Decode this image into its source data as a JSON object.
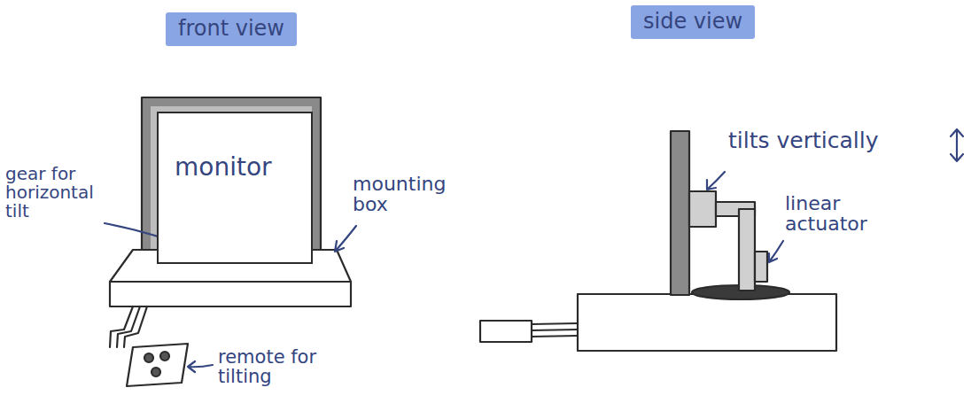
{
  "diagram": {
    "nodes": [
      {
        "text": [
          "front view"
        ]
      },
      {
        "text": [
          "side view"
        ]
      },
      {
        "text": [
          "monitor"
        ]
      }
    ],
    "labels": [
      "gear for horizontal tilt",
      "mounting box",
      "remote for tilting",
      "tilts vertically",
      "linear actuator"
    ]
  }
}
